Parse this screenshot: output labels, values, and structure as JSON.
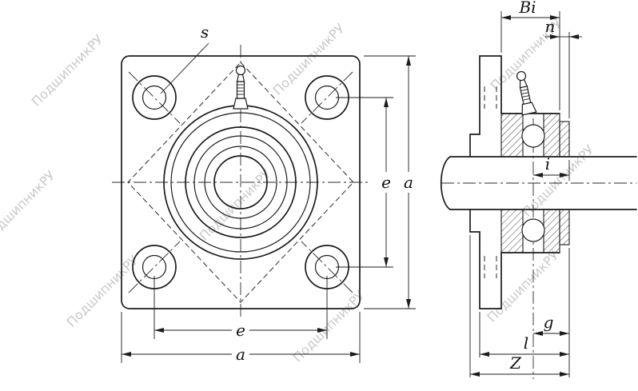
{
  "colors": {
    "background": "#ffffff",
    "line": "#1c1c1c",
    "watermark": "#c9c9c9"
  },
  "watermark": {
    "text": "ПодшипникРУ"
  },
  "front_view": {
    "labels": {
      "s": "s",
      "e_right": "e",
      "a_right": "a",
      "e_bottom": "e",
      "a_bottom": "a"
    }
  },
  "side_view": {
    "labels": {
      "Bi": "Bi",
      "n": "n",
      "i": "i",
      "g": "g",
      "l": "l",
      "Z": "Z"
    }
  }
}
